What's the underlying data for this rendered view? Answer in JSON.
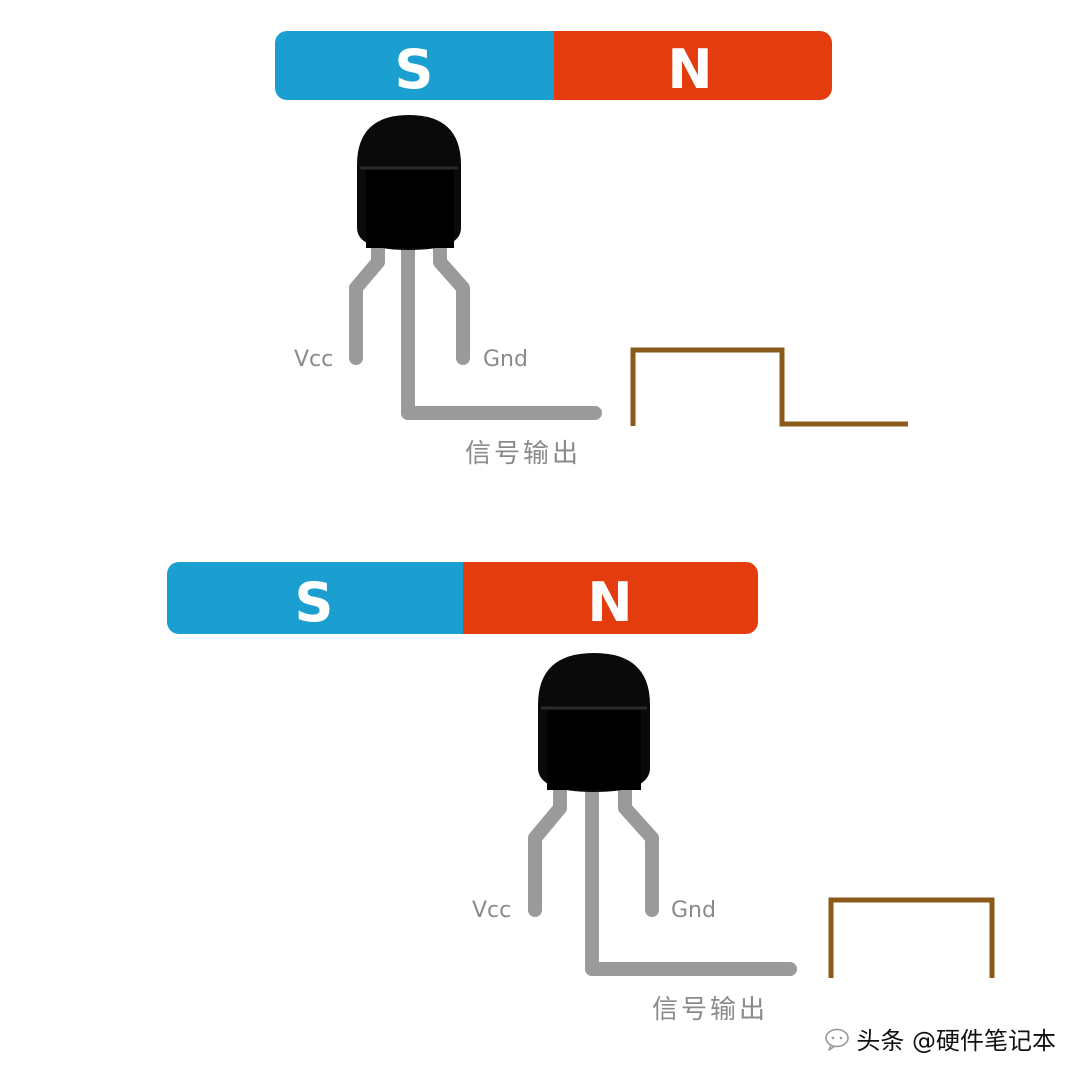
{
  "colors": {
    "south": "#1a9fd0",
    "north": "#e43c0e",
    "sensor_body": "#0a0a0a",
    "leg": "#9a9a9a",
    "wave": "#8b5a1a",
    "label": "#8a8a8a"
  },
  "panels": [
    {
      "magnet": {
        "south_label": "S",
        "north_label": "N"
      },
      "sensor": {
        "vcc_label": "Vcc",
        "gnd_label": "Gnd",
        "output_label": "信号输出"
      },
      "output_state": "high-then-low"
    },
    {
      "magnet": {
        "south_label": "S",
        "north_label": "N"
      },
      "sensor": {
        "vcc_label": "Vcc",
        "gnd_label": "Gnd",
        "output_label": "信号输出"
      },
      "output_state": "high"
    }
  ],
  "watermark": {
    "text": "头条 @硬件笔记本",
    "icon": "chat-bubble-icon"
  }
}
